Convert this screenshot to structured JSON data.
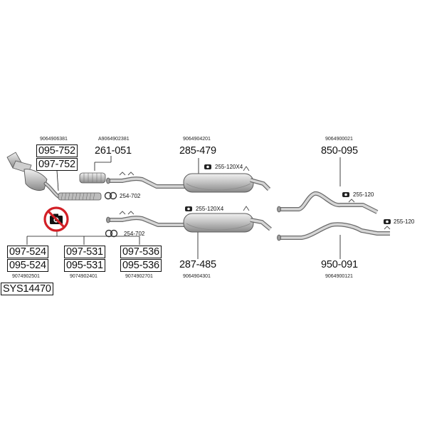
{
  "refs": {
    "r_9064906381": "9064906381",
    "r_A9064902381": "A9064902381",
    "r_9064904201": "9064904201",
    "r_9064900021": "9064900021",
    "r_9074902501": "9074902501",
    "r_9074902401": "9074902401",
    "r_9074902701": "9074902701",
    "r_9064904301": "9064904301",
    "r_9064900121": "9064900121"
  },
  "parts": {
    "p_095_752": "095-752",
    "p_097_752": "097-752",
    "p_261_051": "261-051",
    "p_285_479": "285-479",
    "p_850_095": "850-095",
    "p_097_524": "097-524",
    "p_095_524": "095-524",
    "p_097_531": "097-531",
    "p_095_531": "095-531",
    "p_097_536": "097-536",
    "p_095_536": "095-536",
    "p_287_485": "287-485",
    "p_950_091": "950-091",
    "p_sys": "SYS14470"
  },
  "small": {
    "s_254_702_a": "254-702",
    "s_254_702_b": "254-702",
    "s_255_120x4_a": "255-120X4",
    "s_255_120x4_b": "255-120X4",
    "s_255_120_a": "255-120",
    "s_255_120_b": "255-120"
  },
  "icons": [
    "catalytic-converter-icon",
    "flex-pipe-icon",
    "muffler-icon",
    "tail-pipe-icon",
    "clamp-icon",
    "hanger-icon",
    "no-camera-icon"
  ],
  "colors": {
    "line": "#111111",
    "part_fill": "#d8d8d8",
    "part_stroke": "#6a6a6a",
    "prohibited": "#d21f26"
  }
}
